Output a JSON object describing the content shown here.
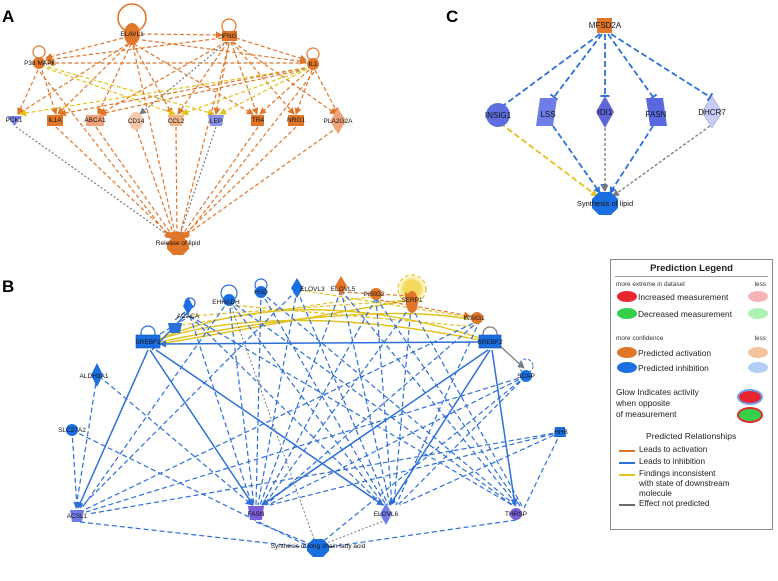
{
  "panels": {
    "A": {
      "letter": "A",
      "nodes": {
        "elavl1": "ELAVL1",
        "ifng": "IFNG",
        "p38": "P38 MAPK",
        "il1": "IL1",
        "pck1": "PCK1",
        "il1a": "IL1A",
        "abca1": "ABCA1",
        "cd14": "CD14",
        "ccl2": "CCL2",
        "lep": "LEP",
        "tr4": "TR4",
        "nrg1": "NRG1",
        "pla2g2a": "PLA2G2A",
        "release": "Release of lipid"
      }
    },
    "B": {
      "letter": "B",
      "nodes": {
        "srebf1": "SREBF1",
        "srebf2": "SREBF2",
        "acaca": "ACACA",
        "ehhadh": "EHHADH",
        "hsd": "HSD",
        "elovl3": "ELOVL3",
        "elovl5": "ELOVL5",
        "insig2": "INSIG2",
        "serp1": "SERP1",
        "insig1": "INSIG1",
        "aldh3a1": "ALDH3A1",
        "scap": "SCAP",
        "slc27a2": "SLC27A2",
        "hhb": "HHB",
        "acsl1": "ACSL1",
        "fasn": "FASN",
        "elovl6": "ELOVL6",
        "thrsp": "THRSP",
        "synthesis": "Synthesis of long chain fatty acid"
      }
    },
    "C": {
      "letter": "C",
      "nodes": {
        "mfsd2a": "MFSD2A",
        "insig1": "INSIG1",
        "lss": "LSS",
        "idi1": "IDI1",
        "fasn": "FASN",
        "dhcr7": "DHCR7",
        "synthesis": "Synthesis of lipid"
      }
    }
  },
  "legend": {
    "title": "Prediction Legend",
    "header1_left": "more extreme in dataset",
    "header1_right": "less",
    "increased": "Increased measurement",
    "decreased": "Decreased measurement",
    "header2_left": "more confidence",
    "header2_right": "less",
    "activation": "Predicted activation",
    "inhibition": "Predicted inhibition",
    "glow_line1": "Glow Indicates activity",
    "glow_line2": "when opposite",
    "glow_line3": "of measurement",
    "relationships_title": "Predicted Relationships",
    "rel_activation": "Leads to activation",
    "rel_inhibition": "Leads to inhibition",
    "rel_inconsistent_1": "Findings inconsistent",
    "rel_inconsistent_2": "with state of downstream",
    "rel_inconsistent_3": "molecule",
    "rel_not_predicted": "Effect not predicted"
  },
  "colors": {
    "orange": "#e0762a",
    "orange_light": "#f2b58a",
    "blue": "#2e6fd8",
    "blue_node": "#1c6fe0",
    "purple": "#7a84e6",
    "purple_light": "#c8cdf6",
    "yellow": "#e3c21e",
    "gray": "#7a7a7a",
    "red": "#e8262f",
    "pink": "#f7b4b7",
    "green": "#35d04a",
    "green_light": "#aef2b3"
  }
}
